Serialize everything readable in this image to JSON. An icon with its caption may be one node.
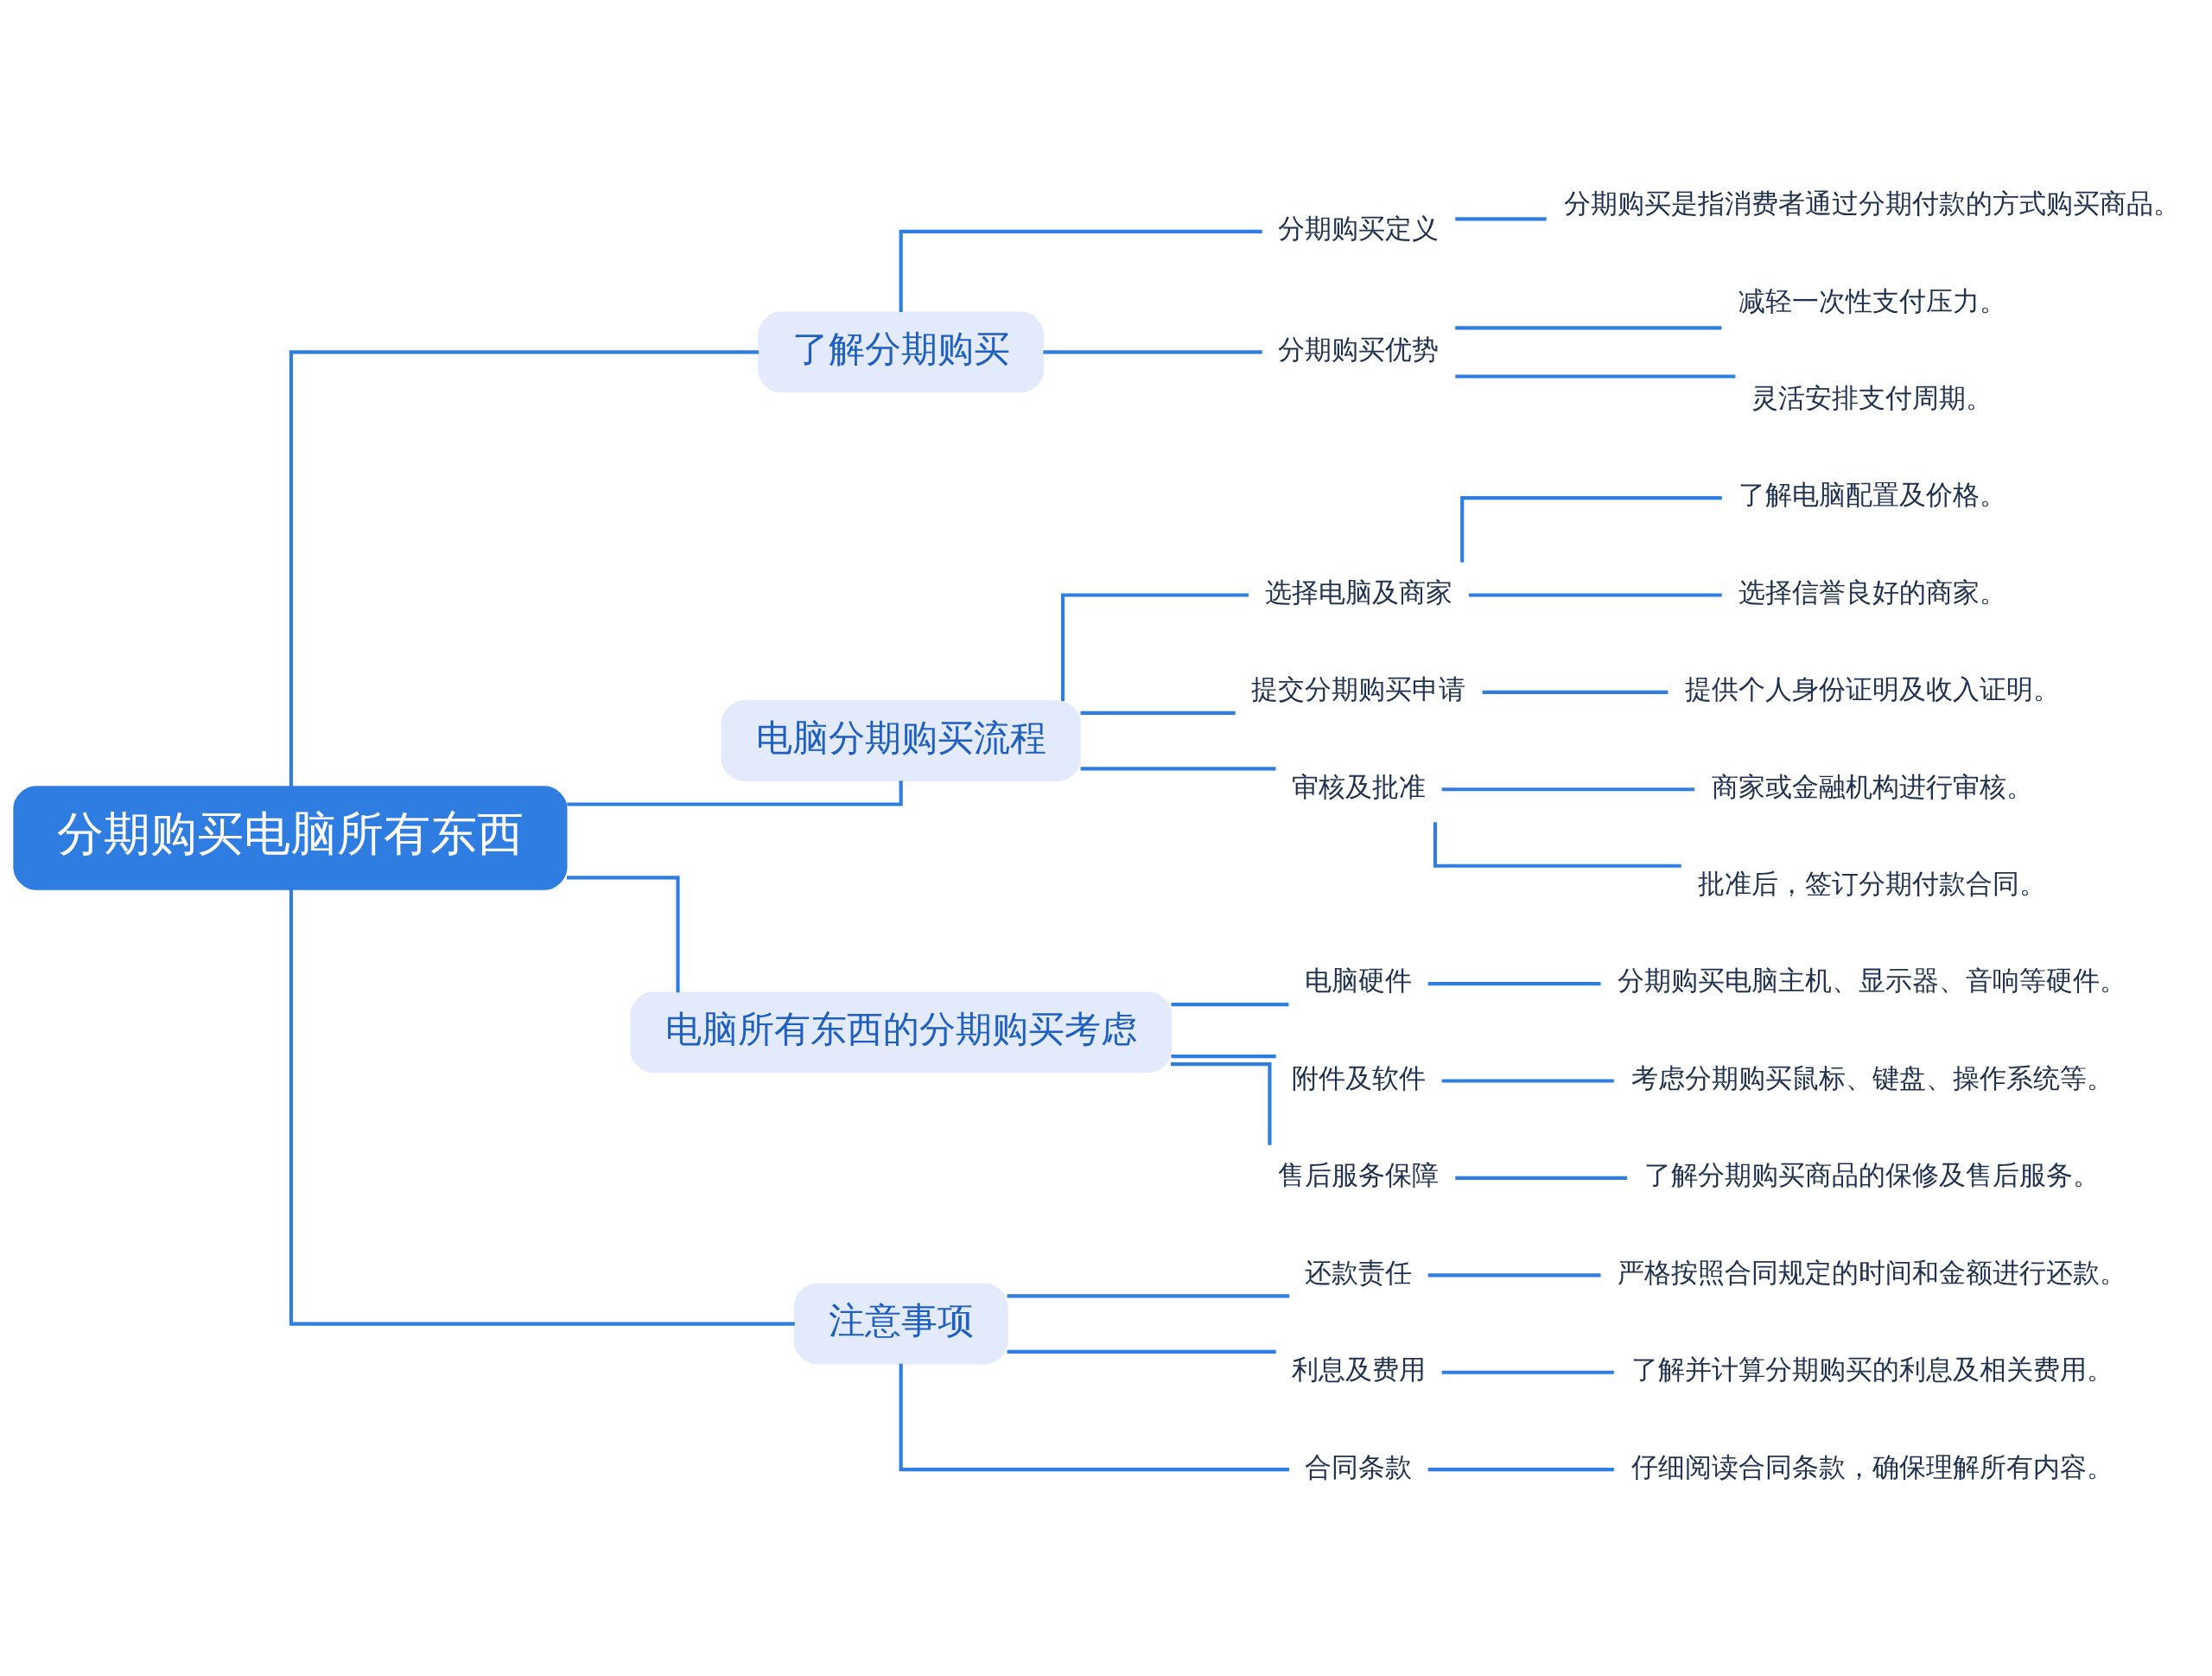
{
  "diagram": {
    "nodes": [
      {
        "text": [
          "分期购买电脑所有东西"
        ]
      },
      {
        "text": [
          "了解分期购买"
        ]
      },
      {
        "text": [
          "分期购买定义"
        ]
      },
      {
        "text": [
          "分期购买是指消费者通过分期付款的方式购买商品。"
        ]
      },
      {
        "text": [
          "分期购买优势"
        ]
      },
      {
        "text": [
          "减轻一次性支付压力。"
        ]
      },
      {
        "text": [
          "灵活安排支付周期。"
        ]
      },
      {
        "text": [
          "电脑分期购买流程"
        ]
      },
      {
        "text": [
          "选择电脑及商家"
        ]
      },
      {
        "text": [
          "了解电脑配置及价格。"
        ]
      },
      {
        "text": [
          "选择信誉良好的商家。"
        ]
      },
      {
        "text": [
          "提交分期购买申请"
        ]
      },
      {
        "text": [
          "提供个人身份证明及收入证明。"
        ]
      },
      {
        "text": [
          "审核及批准"
        ]
      },
      {
        "text": [
          "商家或金融机构进行审核。"
        ]
      },
      {
        "text": [
          "批准后，签订分期付款合同。"
        ]
      },
      {
        "text": [
          "电脑所有东西的分期购买考虑"
        ]
      },
      {
        "text": [
          "电脑硬件"
        ]
      },
      {
        "text": [
          "分期购买电脑主机、显示器、音响等硬件。"
        ]
      },
      {
        "text": [
          "附件及软件"
        ]
      },
      {
        "text": [
          "考虑分期购买鼠标、键盘、操作系统等。"
        ]
      },
      {
        "text": [
          "售后服务保障"
        ]
      },
      {
        "text": [
          "了解分期购买商品的保修及售后服务。"
        ]
      },
      {
        "text": [
          "注意事项"
        ]
      },
      {
        "text": [
          "还款责任"
        ]
      },
      {
        "text": [
          "严格按照合同规定的时间和金额进行还款。"
        ]
      },
      {
        "text": [
          "利息及费用"
        ]
      },
      {
        "text": [
          "了解并计算分期购买的利息及相关费用。"
        ]
      },
      {
        "text": [
          "合同条款"
        ]
      },
      {
        "text": [
          "仔细阅读合同条款，确保理解所有内容。"
        ]
      }
    ],
    "edges": [
      {
        "from": 0,
        "to": 1,
        "arrow": "none"
      },
      {
        "from": 1,
        "to": 2,
        "arrow": "none"
      },
      {
        "from": 2,
        "to": 3,
        "arrow": "none"
      },
      {
        "from": 1,
        "to": 4,
        "arrow": "none"
      },
      {
        "from": 4,
        "to": 5,
        "arrow": "none"
      },
      {
        "from": 4,
        "to": 6,
        "arrow": "none"
      },
      {
        "from": 0,
        "to": 7,
        "arrow": "none"
      },
      {
        "from": 7,
        "to": 8,
        "arrow": "none"
      },
      {
        "from": 8,
        "to": 9,
        "arrow": "none"
      },
      {
        "from": 8,
        "to": 10,
        "arrow": "none"
      },
      {
        "from": 7,
        "to": 11,
        "arrow": "none"
      },
      {
        "from": 11,
        "to": 12,
        "arrow": "none"
      },
      {
        "from": 7,
        "to": 13,
        "arrow": "none"
      },
      {
        "from": 13,
        "to": 14,
        "arrow": "none"
      },
      {
        "from": 13,
        "to": 15,
        "arrow": "none"
      },
      {
        "from": 0,
        "to": 16,
        "arrow": "none"
      },
      {
        "from": 16,
        "to": 17,
        "arrow": "none"
      },
      {
        "from": 17,
        "to": 18,
        "arrow": "none"
      },
      {
        "from": 16,
        "to": 19,
        "arrow": "none"
      },
      {
        "from": 19,
        "to": 20,
        "arrow": "none"
      },
      {
        "from": 16,
        "to": 21,
        "arrow": "none"
      },
      {
        "from": 21,
        "to": 22,
        "arrow": "none"
      },
      {
        "from": 0,
        "to": 23,
        "arrow": "none"
      },
      {
        "from": 23,
        "to": 24,
        "arrow": "none"
      },
      {
        "from": 24,
        "to": 25,
        "arrow": "none"
      },
      {
        "from": 23,
        "to": 26,
        "arrow": "none"
      },
      {
        "from": 26,
        "to": 27,
        "arrow": "none"
      },
      {
        "from": 23,
        "to": 28,
        "arrow": "none"
      },
      {
        "from": 28,
        "to": 29,
        "arrow": "none"
      }
    ]
  }
}
